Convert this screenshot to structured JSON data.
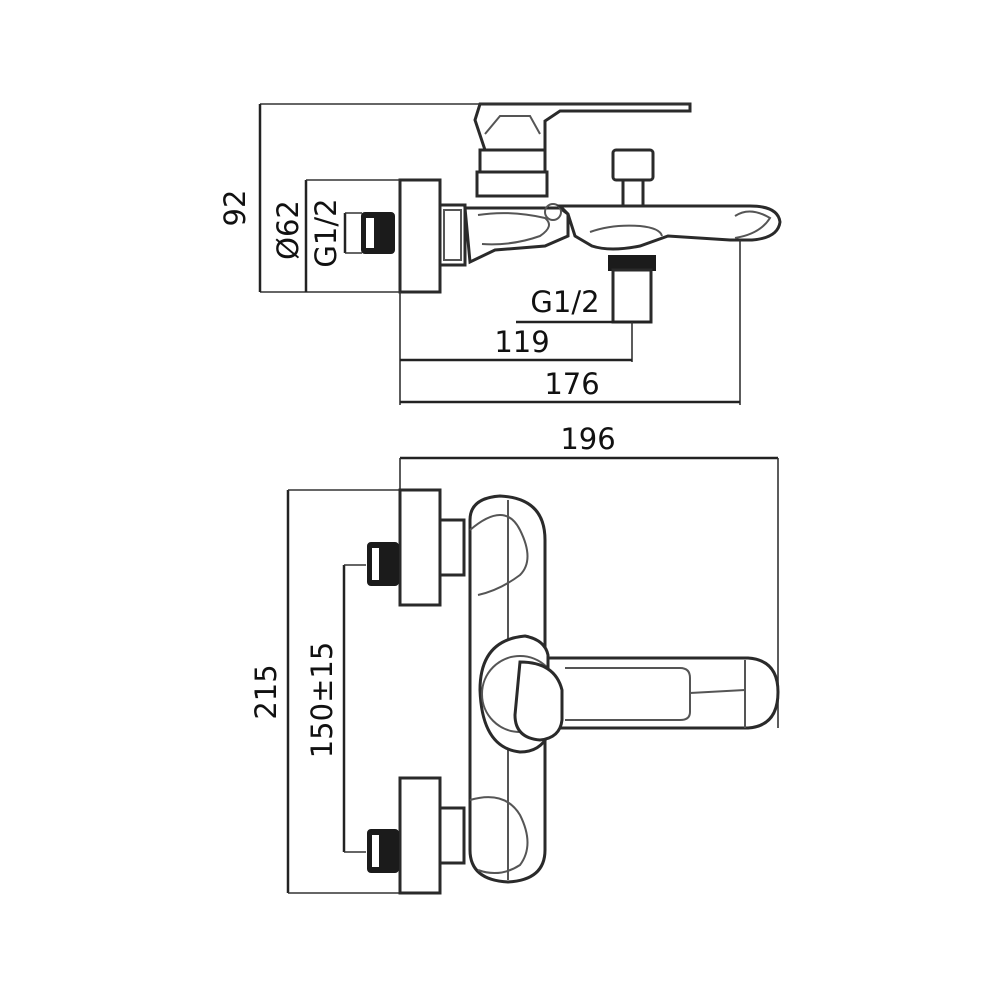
{
  "top_view": {
    "dims": {
      "height_total": "92",
      "diameter": "Ø62",
      "inlet_thread": "G1/2",
      "outlet_thread": "G1/2",
      "depth_outlet": "119",
      "depth_spout": "176"
    }
  },
  "front_view": {
    "dims": {
      "width_total": "196",
      "height_total": "215",
      "inlet_spacing": "150±15"
    }
  }
}
